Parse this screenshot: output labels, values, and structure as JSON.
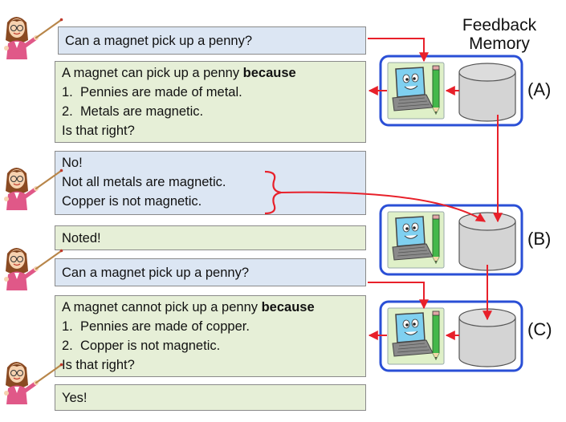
{
  "header": {
    "line1": "Feedback",
    "line2": "Memory"
  },
  "exchange1": {
    "question": "Can a magnet pick up a penny?",
    "answer_lead": "A magnet can pick up a penny ",
    "answer_bold": "because",
    "item1_num": "1.",
    "item1": "Pennies are made of metal.",
    "item2_num": "2.",
    "item2": "Metals are magnetic.",
    "confirm": "Is that right?"
  },
  "feedback": {
    "line1": "No!",
    "line2": "Not all metals are magnetic.",
    "line3": "Copper is not magnetic.",
    "ack": "Noted!"
  },
  "exchange2": {
    "question": "Can a magnet pick up a penny?",
    "answer_lead": "A magnet cannot pick up a penny ",
    "answer_bold": "because",
    "item1_num": "1.",
    "item1": "Pennies are made of copper.",
    "item2_num": "2.",
    "item2": "Copper is not magnetic.",
    "confirm": "Is that right?",
    "reply": "Yes!"
  },
  "stage_labels": {
    "a": "(A)",
    "b": "(B)",
    "c": "(C)"
  },
  "colors": {
    "question_fill": "#dce6f3",
    "answer_fill": "#e6efd7",
    "arrow": "#e8202a",
    "stage_border": "#2a4fd6",
    "cylinder": "#d4d4d4"
  },
  "icons": [
    "teacher-icon",
    "laptop-pencil-icon",
    "database-cylinder-icon"
  ]
}
